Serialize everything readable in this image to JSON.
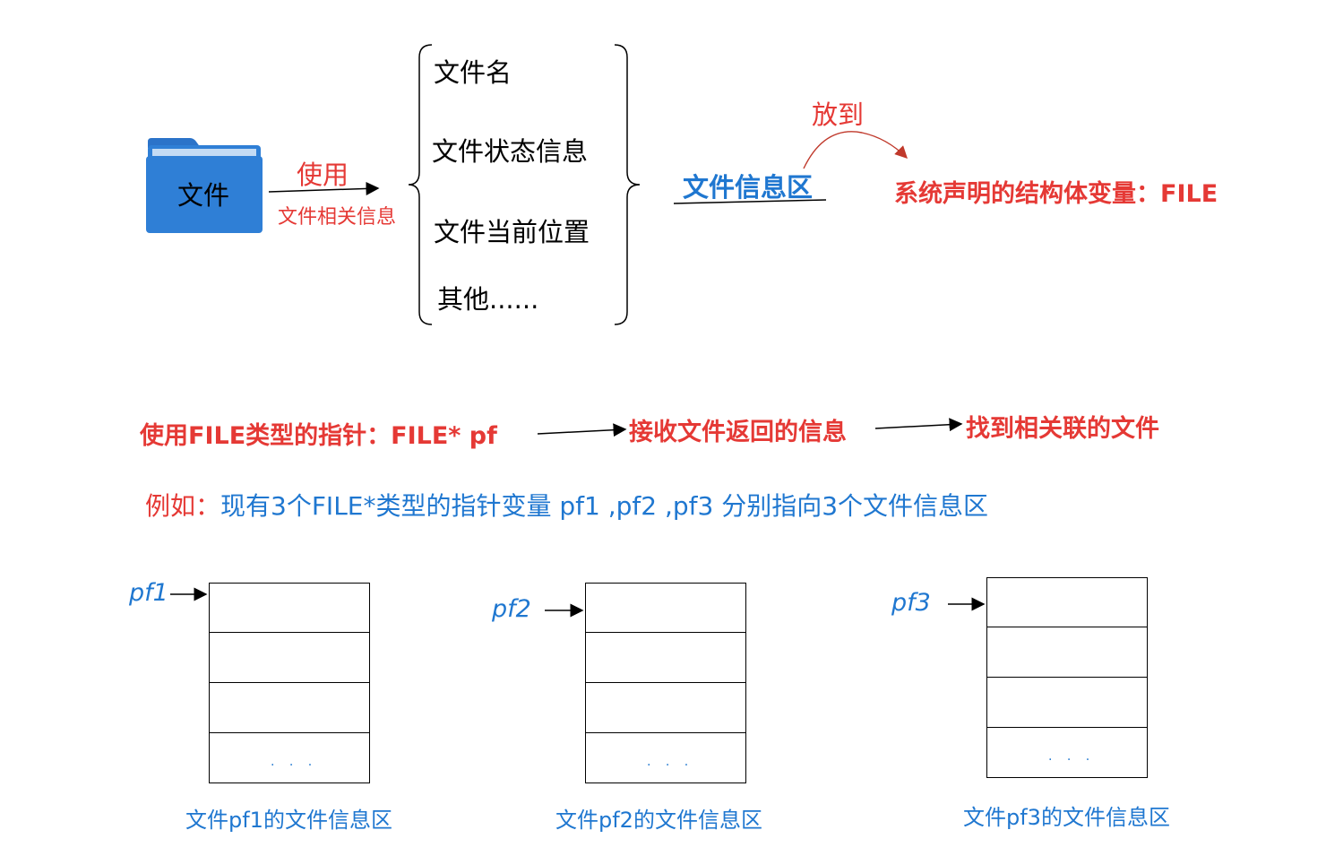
{
  "folder": {
    "label": "文件",
    "color": "#2f7fd6"
  },
  "use_arrow": {
    "top_label": "使用",
    "bottom_label": "文件相关信息"
  },
  "info_list": [
    "文件名",
    "文件状态信息",
    "文件当前位置",
    "其他......"
  ],
  "info_area": {
    "label": "文件信息区",
    "arrow_label": "放到",
    "target": "系统声明的结构体变量：FILE"
  },
  "pointer_line": {
    "step1": "使用FILE类型的指针：FILE* pf",
    "step2": "接收文件返回的信息",
    "step3": "找到相关联的文件"
  },
  "example": {
    "prefix": "例如：",
    "text": "现有3个FILE*类型的指针变量 pf1 ,pf2 ,pf3 分别指向3个文件信息区"
  },
  "blocks": [
    {
      "pointer": "pf1",
      "caption": "文件pf1的文件信息区",
      "dots": ". . ."
    },
    {
      "pointer": "pf2",
      "caption": "文件pf2的文件信息区",
      "dots": ". . ."
    },
    {
      "pointer": "pf3",
      "caption": "文件pf3的文件信息区",
      "dots": ". . ."
    }
  ],
  "colors": {
    "red": "#e53935",
    "blue": "#1f77d0"
  }
}
